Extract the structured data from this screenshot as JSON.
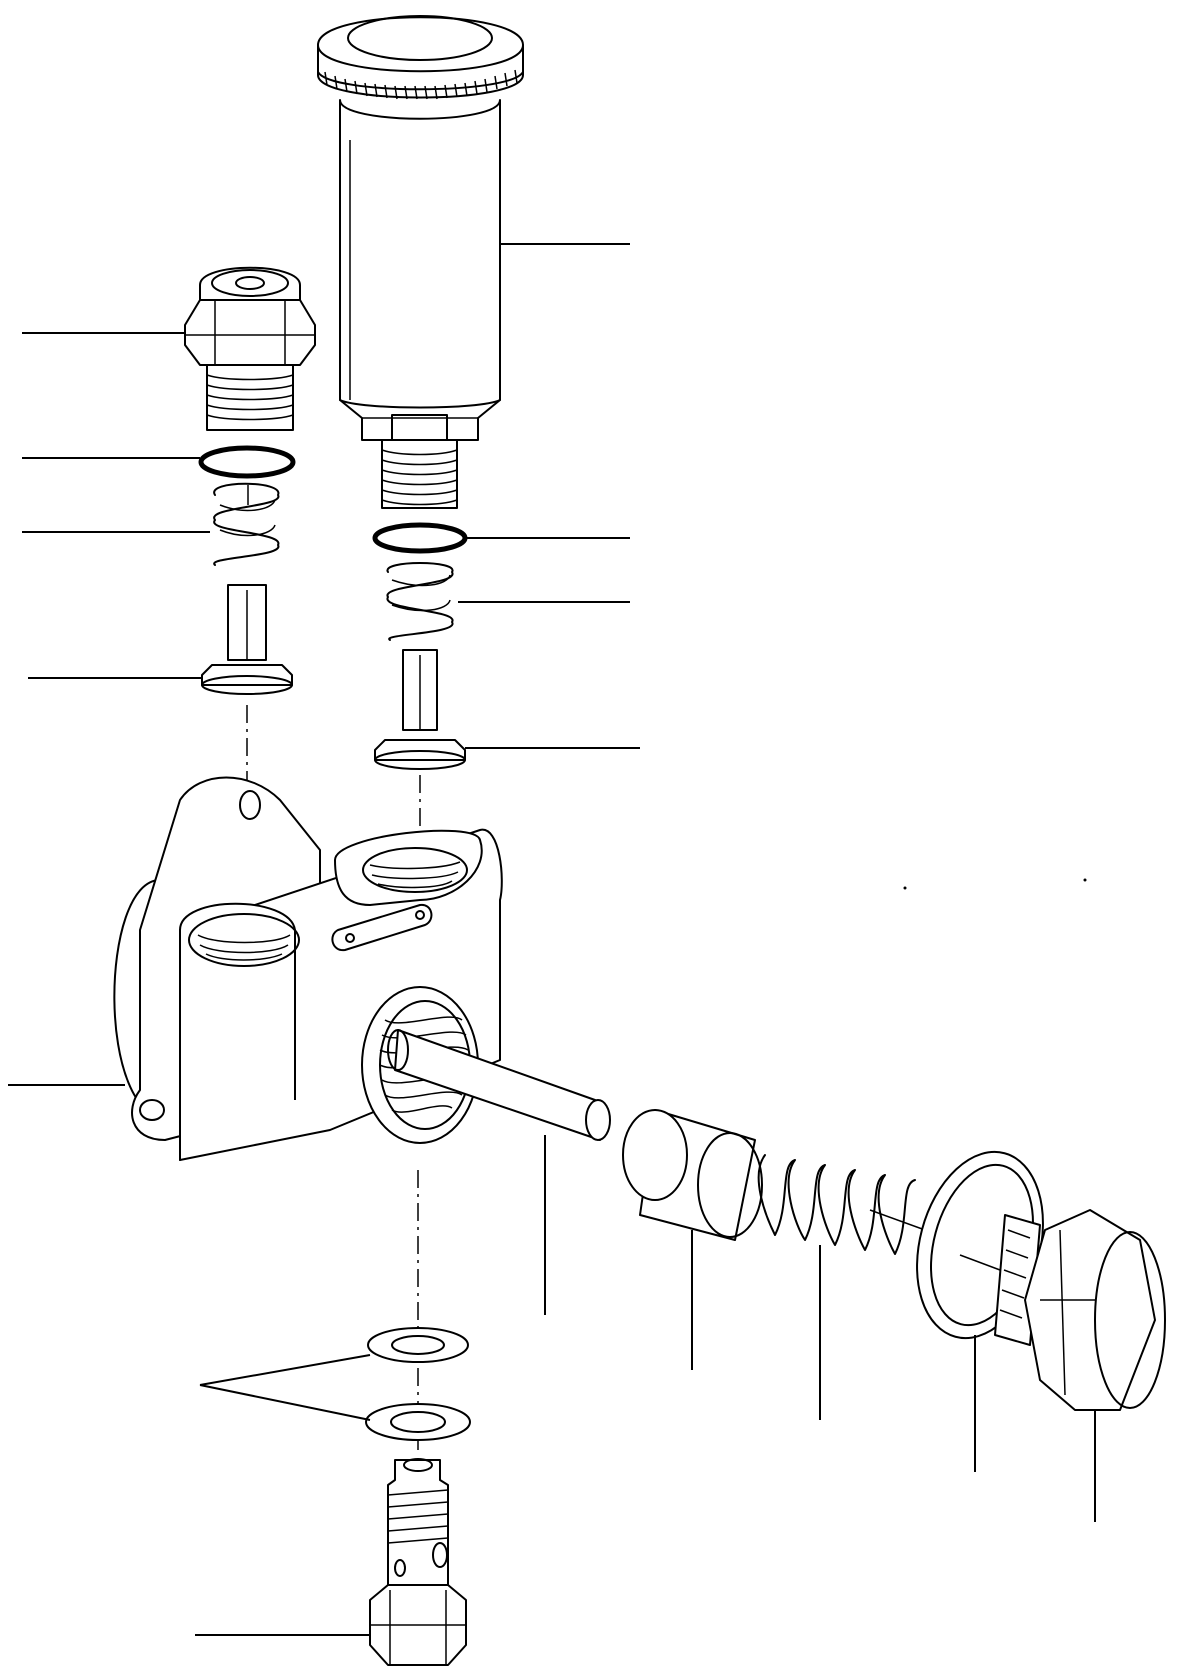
{
  "diagram": {
    "type": "exploded-parts-view",
    "line_color": "#000000",
    "background": "#ffffff",
    "parts": [
      "priming-pump-knob",
      "priming-pump-cylinder",
      "outlet-fitting",
      "o-ring-left",
      "spring-left",
      "check-valve-left",
      "o-ring-right",
      "spring-right",
      "check-valve-right",
      "pump-housing",
      "plunger-rod",
      "piston-sleeve",
      "piston-spring",
      "gasket-ring",
      "hex-plug",
      "washer-upper",
      "washer-lower",
      "banjo-bolt"
    ]
  }
}
